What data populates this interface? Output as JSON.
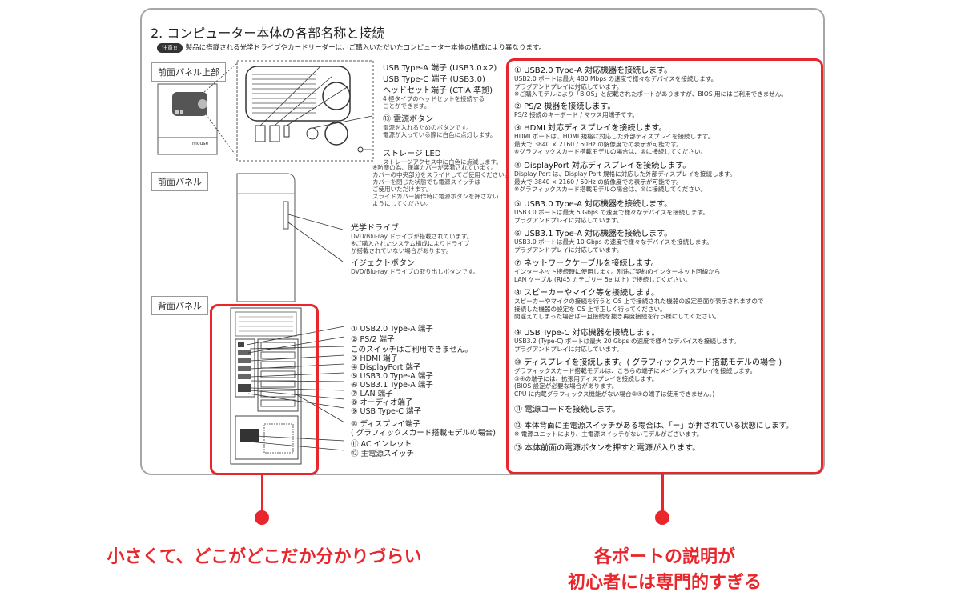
{
  "manual": {
    "title": "2. コンピューター本体の各部名称と接続",
    "caution_badge": "注意!!",
    "caution_text": "製品に搭載される光学ドライブやカードリーダーは、ご購入いただいたコンピューター本体の構成により異なります。",
    "logo_text": "mouse",
    "sections": {
      "front_top": "前面パネル上部",
      "front": "前面パネル",
      "back": "背面パネル"
    },
    "front_top_labels": [
      {
        "main": "USB Type-A 端子 (USB3.0×2)",
        "sub": []
      },
      {
        "main": "USB Type-C 端子 (USB3.0)",
        "sub": []
      },
      {
        "main": "ヘッドセット端子 (CTIA 準拠)",
        "sub": [
          "4 極タイプのヘッドセットを接続する",
          "ことができます。"
        ]
      },
      {
        "main": "⑬ 電源ボタン",
        "sub": [
          "電源を入れるためのボタンです。",
          "電源が入っている際に白色に点灯します。"
        ]
      },
      {
        "main": "ストレージ LED",
        "sub": [
          "ストレージアクセス中に白色に点滅します。"
        ]
      }
    ],
    "front_note": [
      "※防塵の為、保護カバーが装着されています。",
      "カバーの中央部分をスライドしてご使用ください。",
      "カバーを閉じた状態でも電源スイッチは",
      "ご使用いただけます。",
      "スライドカバー操作時に電源ボタンを押さない",
      "ようにしてください。"
    ],
    "front_labels": [
      {
        "main": "光学ドライブ",
        "sub": [
          "DVD/Blu-ray ドライブが搭載されています。",
          "※ご購入されたシステム構成によりドライブ",
          "が搭載されていない場合があります。"
        ]
      },
      {
        "main": "イジェクトボタン",
        "sub": [
          "DVD/Blu-ray ドライブの取り出しボタンです。"
        ]
      }
    ],
    "back_labels": [
      "① USB2.0 Type-A 端子",
      "② PS/2 端子",
      "このスイッチはご利用できません。",
      "③ HDMI 端子",
      "④ DisplayPort 端子",
      "⑤ USB3.0 Type-A 端子",
      "⑥ USB3.1 Type-A 端子",
      "⑦ LAN 端子",
      "⑧ オーディオ端子",
      "⑨ USB Type-C 端子",
      "⑩ ディスプレイ端子",
      "( グラフィックスカード搭載モデルの場合)",
      "⑪ AC インレット",
      "⑫ 主電源スイッチ"
    ],
    "descriptions": [
      {
        "head": "① USB2.0 Type-A 対応機器を接続します。",
        "body": [
          "USB2.0 ポートは最大 480 Mbps の速度で様々なデバイスを接続します。",
          "プラグアンドプレイに対応しています。",
          "※ご購入モデルにより「BIOS」と記載されたポートがありますが、BIOS 用にはご利用できません。"
        ]
      },
      {
        "head": "② PS/2 機器を接続します。",
        "body": [
          "PS/2 接続のキーボード / マウス用端子です。"
        ]
      },
      {
        "head": "③ HDMI 対応ディスプレイを接続します。",
        "body": [
          "HDMI ポートは、HDMI 規格に対応した外部ディスプレイを接続します。",
          "最大で 3840 × 2160 / 60Hz の解像度での表示が可能です。",
          "※グラフィックスカード搭載モデルの場合は、⑩に接続してください。"
        ]
      },
      {
        "head": "④ DisplayPort 対応ディスプレイを接続します。",
        "body": [
          "Display Port は、Display Port 規格に対応した外部ディスプレイを接続します。",
          "最大で 3840 × 2160 / 60Hz の解像度での表示が可能です。",
          "※グラフィックスカード搭載モデルの場合は、⑩に接続してください。"
        ]
      },
      {
        "head": "⑤ USB3.0 Type-A 対応機器を接続します。",
        "body": [
          "USB3.0 ポートは最大 5 Gbps の速度で様々なデバイスを接続します。",
          "プラグアンドプレイに対応しています。"
        ]
      },
      {
        "head": "⑥ USB3.1 Type-A 対応機器を接続します。",
        "body": [
          "USB3.0 ポートは最大 10 Gbps の速度で様々なデバイスを接続します。",
          "プラグアンドプレイに対応しています。"
        ]
      },
      {
        "head": "⑦ ネットワークケーブルを接続します。",
        "body": [
          "インターネット接続時に使用します。別途ご契約のインターネット回線から",
          "LAN ケーブル (RJ45 カテゴリー 5e 以上) で接続してください。"
        ]
      },
      {
        "head": "⑧ スピーカーやマイク等を接続します。",
        "body": [
          "スピーカーやマイクの接続を行うと OS 上で接続された機器の設定画面が表示されますので",
          "接続した機器の設定を OS 上で正しく行ってください。",
          "間違えてしまった場合は一旦接続を抜き再度接続を行う様にしてください。"
        ]
      },
      {
        "head": "⑨ USB Type-C 対応機器を接続します。",
        "body": [
          "USB3.2 (Type-C) ポートは最大 20 Gbps の速度で様々なデバイスを接続します。",
          "プラグアンドプレイに対応しています。"
        ]
      },
      {
        "head": "⑩ ディスプレイを接続します。( グラフィックスカード搭載モデルの場合 )",
        "body": [
          "グラフィックスカード搭載モデルは、こちらの端子にメインディスプレイを接続します。",
          "③④の端子には、拡張用ディスプレイを接続します。",
          "(BIOS 設定が必要な場合があります。",
          "CPU に内蔵グラフィックス機能がない場合③④の端子は使用できません。)"
        ]
      },
      {
        "head": "⑪ 電源コードを接続します。",
        "body": []
      },
      {
        "head": "⑫ 本体背面に主電源スイッチがある場合は、「ー」が押されている状態にします。",
        "body": [
          "※ 電源ユニットにより、主電源スイッチがないモデルがございます。"
        ]
      },
      {
        "head": "⑬ 本体前面の電源ボタンを押すと電源が入ります。",
        "body": []
      }
    ]
  },
  "callouts": {
    "left": "小さくて、どこがどこだか分かりづらい",
    "right_line1": "各ポートの説明が",
    "right_line2": "初心者には専門的すぎる"
  },
  "colors": {
    "highlight": "#e8262b",
    "frame": "#a6a6a6"
  }
}
